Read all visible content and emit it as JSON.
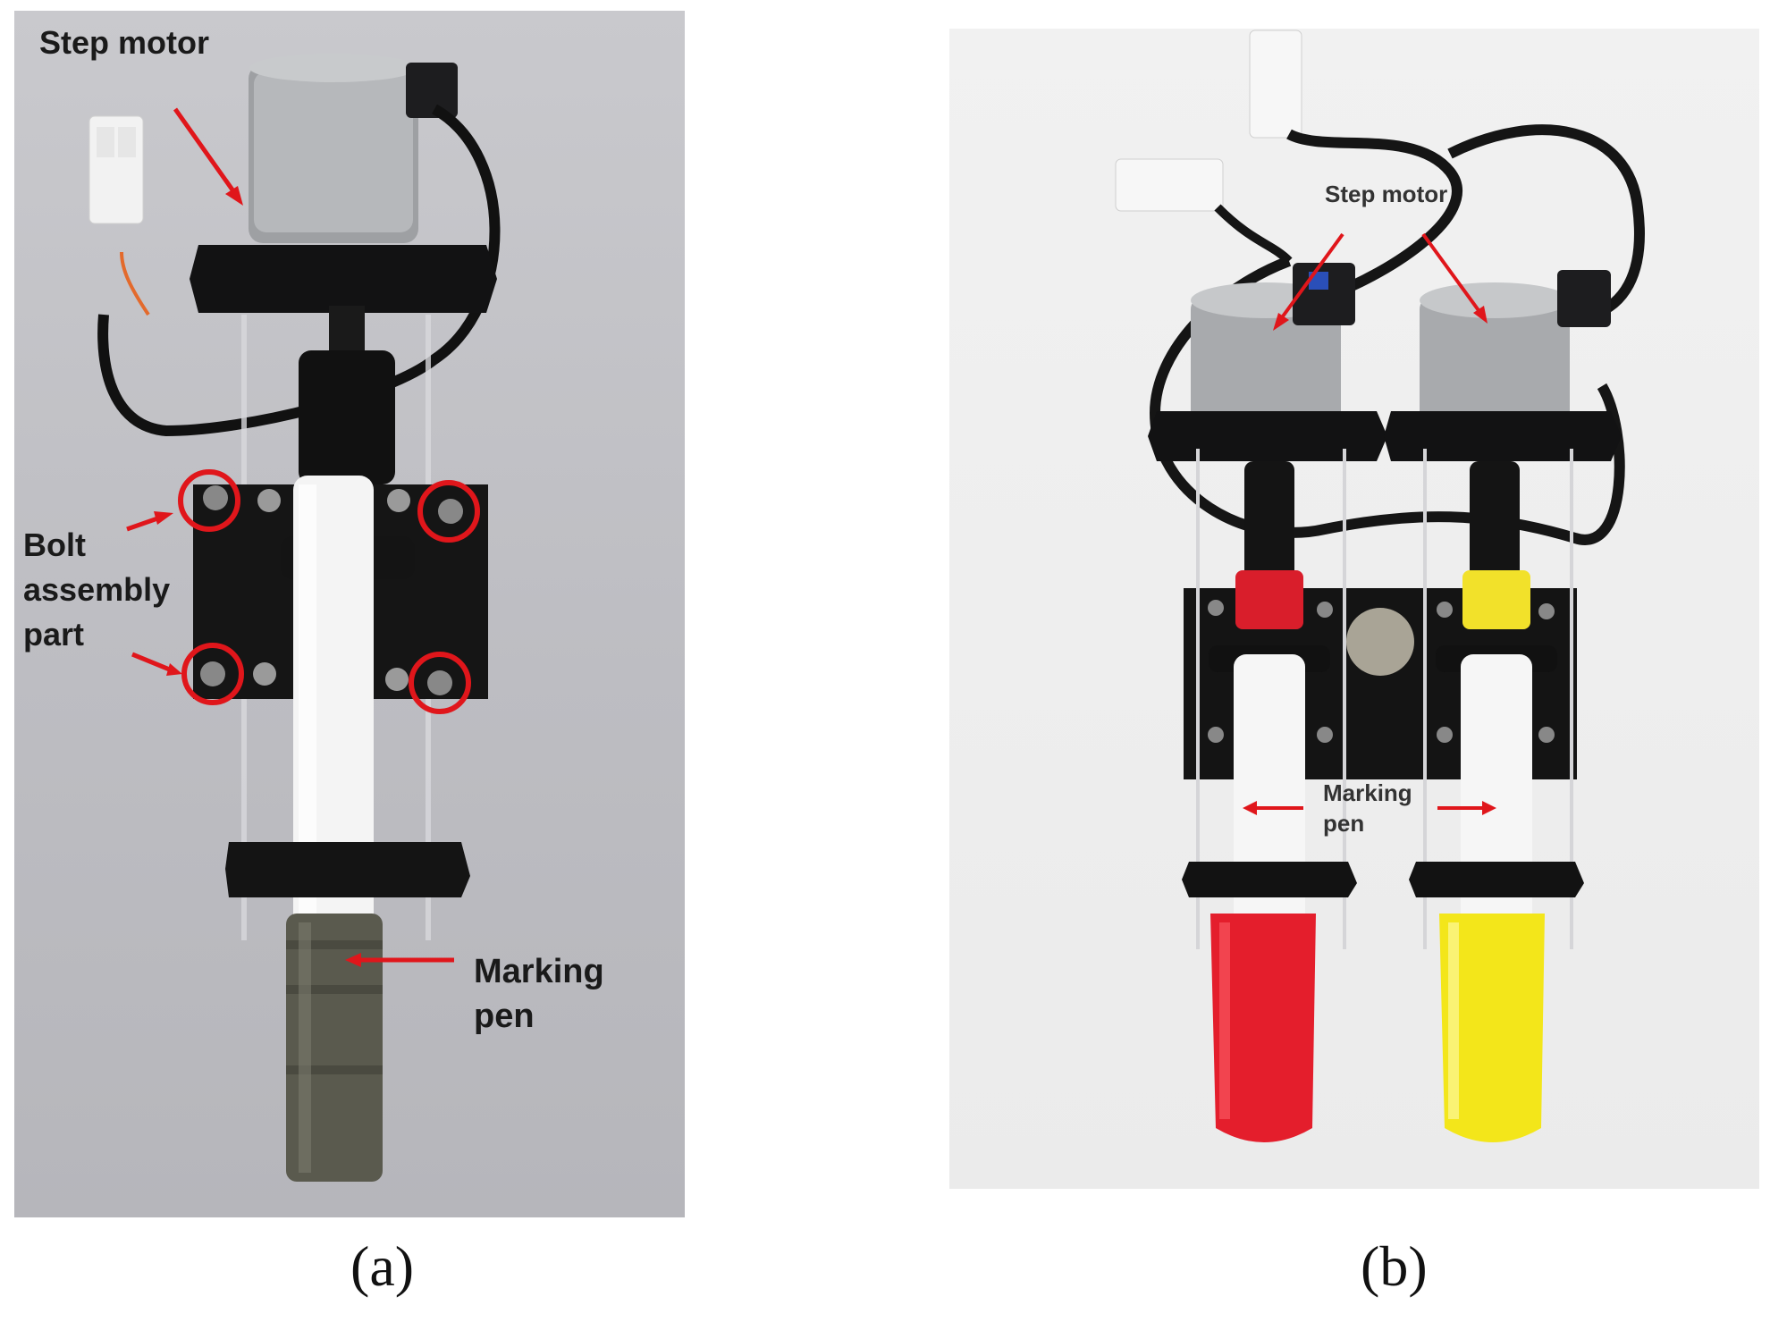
{
  "panels": [
    {
      "id": "a",
      "caption": "(a)",
      "labels": {
        "step_motor": "Step motor",
        "bolt_part": "Bolt assembly part",
        "marking_pen": "Marking pen"
      },
      "colors": {
        "background": "#c0c0c4",
        "annotation": "#e0161b",
        "pen_body": "#5a5a4e"
      }
    },
    {
      "id": "b",
      "caption": "(b)",
      "labels": {
        "step_motor": "Step motor",
        "marking_pen": "Marking pen"
      },
      "colors": {
        "background": "#eeeeee",
        "annotation": "#e0161b",
        "pen_left": "#e41e2c",
        "pen_right": "#f3e61a"
      }
    }
  ]
}
